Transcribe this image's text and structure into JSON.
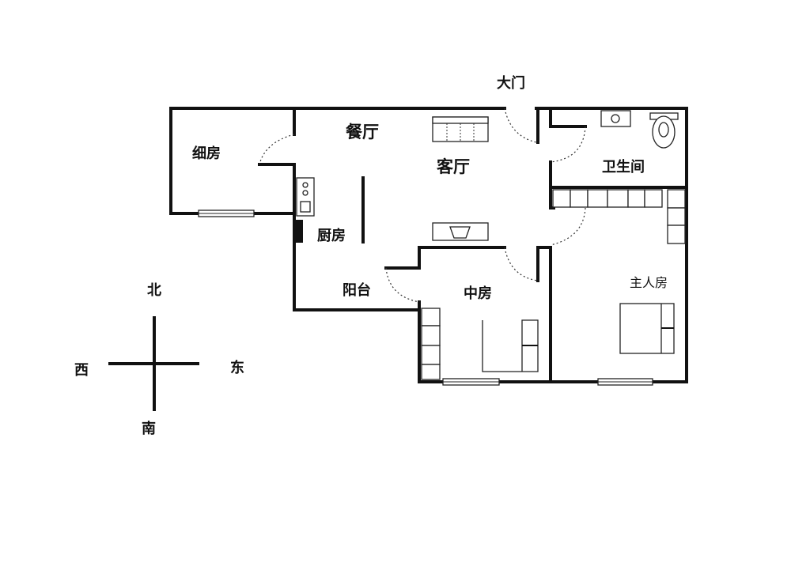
{
  "title": "Floor plan",
  "rooms": {
    "main_door": "大门",
    "dining": "餐厅",
    "living": "客厅",
    "small_bedroom": "细房",
    "bathroom": "卫生间",
    "kitchen": "厨房",
    "balcony": "阳台",
    "middle_bedroom": "中房",
    "master_bedroom": "主人房"
  },
  "compass": {
    "north": "北",
    "south": "南",
    "west": "西",
    "east": "东"
  }
}
